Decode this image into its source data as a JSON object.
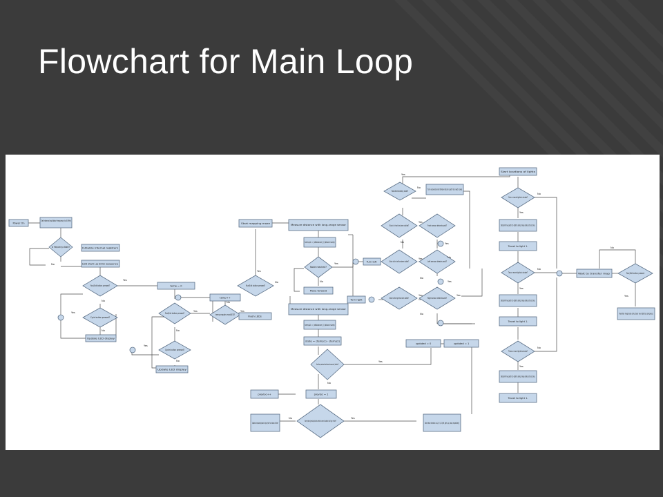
{
  "slide": {
    "title": "Flowchart for Main Loop"
  },
  "flowchart": {
    "nodes": {
      "power_on": "Power On",
      "set_oscillator": "Set internal oscillator frequency to 8 MHz",
      "is_freq_stable": "Is frequency stable?",
      "init_registers": "Initialize internal registers",
      "led_startup": "LED start-up blink sequence",
      "run_exit_1": "Run/Exit button pressed?",
      "cycle_1": "Cycle button pressed?",
      "update_led_1": "Update LED display",
      "temp_0": "temp = 0",
      "temp_inc": "temp++",
      "run_exit_2": "Run/Exit button pressed?",
      "temp_equals": "temp equals modLED?",
      "cycle_2": "Cycle button pressed?",
      "update_led_2": "Update LED display",
      "start_mapping": "Start mapping maze",
      "run_exit_3": "Run/Exit button pressed?",
      "flash_leds": "Flash LEDs",
      "measure_1": "Measure distance with long-range sensor",
      "temp1_calc": "temp1 = (distance) / (block size)",
      "node_reached": "Node reached?",
      "move_forward": "Move forward",
      "measure_2": "Measure distance with long-range sensor",
      "temp2_calc": "temp2 = (distance) / (block size)",
      "state_calc": "state = (temp1) - (temp2)",
      "has_prev": "Has the previous block been traversed / visited?",
      "prevloc_inc": "prevloc++",
      "prevloc_1": "prevloc = 1",
      "update_block": "Update corresponding block to type \"path\" and status \"visited\"",
      "every_index": "Every index (prevloc) blocks behind current location is of type \"node\"?",
      "store_return": "Store return direction as L, R, U, D (left, right, up, down, respectively)",
      "reached_start": "Reached starting node?",
      "turn_around": "Turn around and follow return path to next node",
      "block_front": "Block in front has been visited?",
      "front_sensor": "Front sensor detects wall?",
      "turn_left": "Turn left",
      "block_left": "Block to the left has been visited?",
      "left_sensor": "Left sensor detects wall?",
      "turn_right": "Turn right",
      "block_right": "Block to the right has been visited?",
      "right_sensor": "Right sensor detects wall?",
      "updated_0": "updated = 0",
      "updated_1": "updated = 1",
      "start_locations": "Start locations of lights",
      "one_or_more": "One or more lights to locate?",
      "determine_1": "Determine path to light using map data structure.",
      "travel_1": "Travel to light 1.",
      "two_or_more": "Two or more lights to locate?",
      "determine_2": "Determine path to light using map data structure.",
      "travel_2": "Travel to light 1.",
      "three_or_more": "Three or more lights to locate?",
      "determine_3": "Determine path to light using map data structure.",
      "travel_3": "Travel to light 1.",
      "wait_transfer": "Wait to transfer map",
      "run_exit_4": "Run/Exit button pressed",
      "transfer_usb": "Transfer map data structure via USB to computer."
    },
    "edge_labels": {
      "yes": "Yes",
      "no": "No"
    }
  }
}
